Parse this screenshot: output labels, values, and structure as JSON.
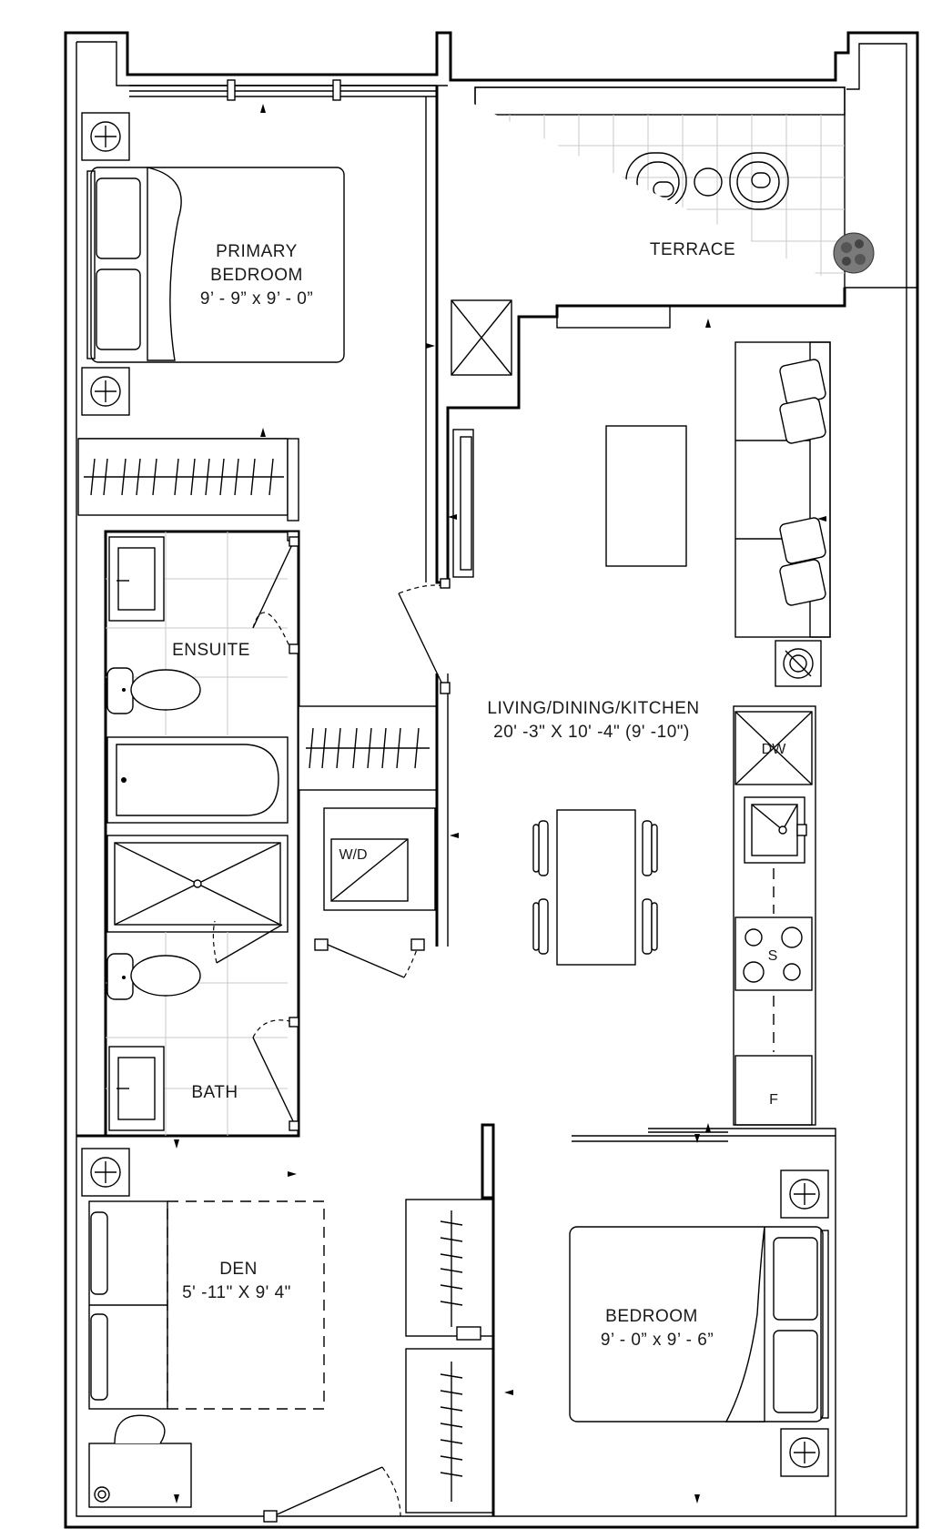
{
  "rooms": {
    "primary_bedroom": {
      "name_line1": "PRIMARY",
      "name_line2": "BEDROOM",
      "size": "9’ - 9” x 9’ - 0”"
    },
    "terrace": {
      "name": "TERRACE"
    },
    "ensuite": {
      "name": "ENSUITE"
    },
    "living": {
      "name": "LIVING/DINING/KITCHEN",
      "size": "20' -3\" X 10' -4\" (9' -10\")"
    },
    "laundry": {
      "name": "W/D"
    },
    "bath": {
      "name": "BATH"
    },
    "den": {
      "name": "DEN",
      "size": "5' -11\" X 9' 4\""
    },
    "bedroom": {
      "name": "BEDROOM",
      "size": "9’ - 0” x 9’ - 6”"
    }
  },
  "appliances": {
    "dishwasher": "DW",
    "stove": "S",
    "fridge": "F"
  },
  "colors": {
    "wall": "#000000",
    "tile": "#c8c8c8",
    "background": "#ffffff"
  }
}
